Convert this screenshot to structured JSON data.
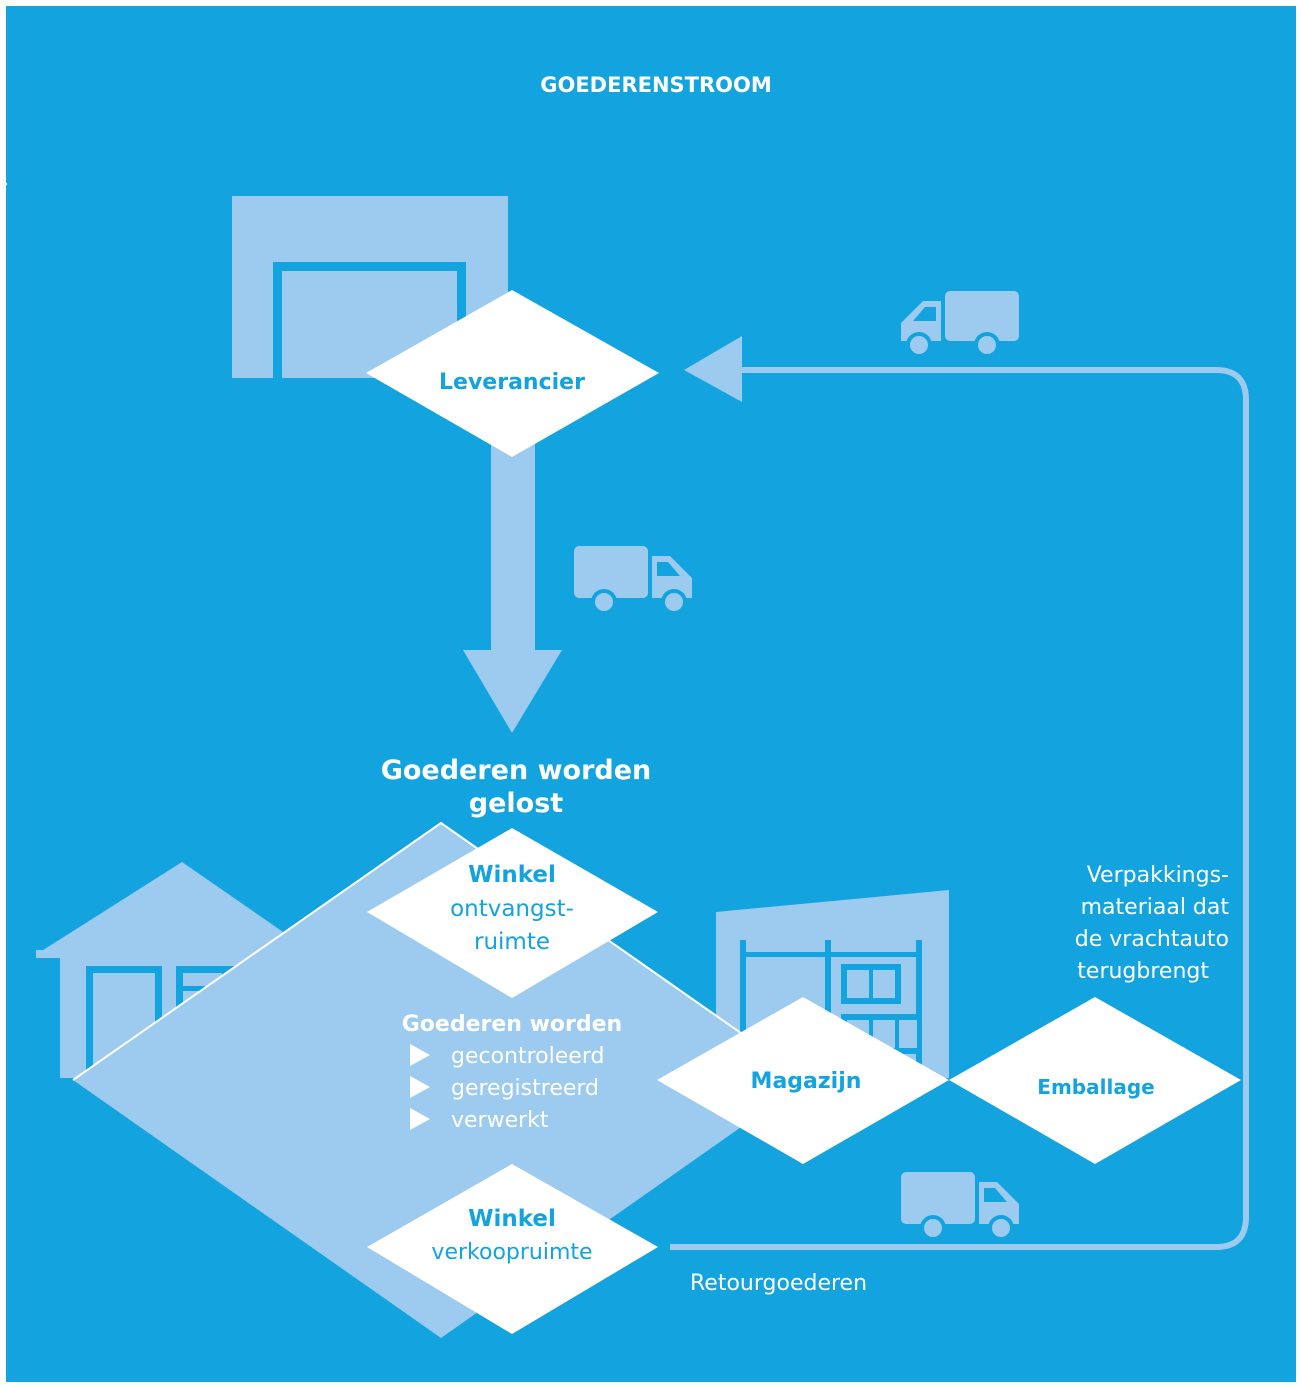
{
  "title": "GOEDERENSTROOM",
  "colors": {
    "background": "#13a3de",
    "light": "#9dcaef",
    "white": "#ffffff"
  },
  "nodes": {
    "leverancier": "Leverancier",
    "unloaded": {
      "line1": "Goederen worden",
      "line2": "gelost"
    },
    "winkel_ontvangst": {
      "title": "Winkel",
      "line1": "ontvangst-",
      "line2": "ruimte"
    },
    "processing": {
      "title": "Goederen worden",
      "items": [
        "gecontroleerd",
        "geregistreerd",
        "verwerkt"
      ]
    },
    "magazijn": "Magazijn",
    "emballage": "Emballage",
    "winkel_verkoop": {
      "title": "Winkel",
      "line1": "verkoopruimte"
    }
  },
  "labels": {
    "verpakking": [
      "Verpakkings-",
      "materiaal dat",
      "de vrachtauto",
      "terugbrengt"
    ],
    "retour": "Retourgoederen"
  },
  "icons": [
    "warehouse-icon",
    "shop-icon",
    "factory-icon",
    "truck-icon",
    "bullet-triangle-icon"
  ]
}
